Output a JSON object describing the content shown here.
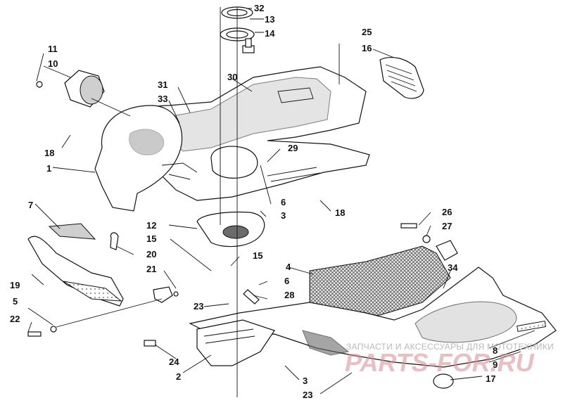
{
  "watermark": {
    "line1": "ЗАПЧАСТИ И АКСЕССУАРЫ ДЛЯ МОТОТЕХНИКИ",
    "line2": "PARTS-FOR.RU"
  },
  "callouts": {
    "c32": "32",
    "c13": "13",
    "c14": "14",
    "c25": "25",
    "c16": "16",
    "c11": "11",
    "c10": "10",
    "c30": "30",
    "c31": "31",
    "c33": "33",
    "c18a": "18",
    "c1": "1",
    "c29": "29",
    "c18b": "18",
    "c6a": "6",
    "c3a": "3",
    "c7": "7",
    "c12": "12",
    "c26": "26",
    "c27": "27",
    "c15a": "15",
    "c20": "20",
    "c15b": "15",
    "c19": "19",
    "c21": "21",
    "c4": "4",
    "c34": "34",
    "c6b": "6",
    "c28": "28",
    "c5": "5",
    "c23a": "23",
    "c22": "22",
    "c24": "24",
    "c2": "2",
    "c3b": "3",
    "c8": "8",
    "c9": "9",
    "c17": "17",
    "c23b": "23"
  }
}
